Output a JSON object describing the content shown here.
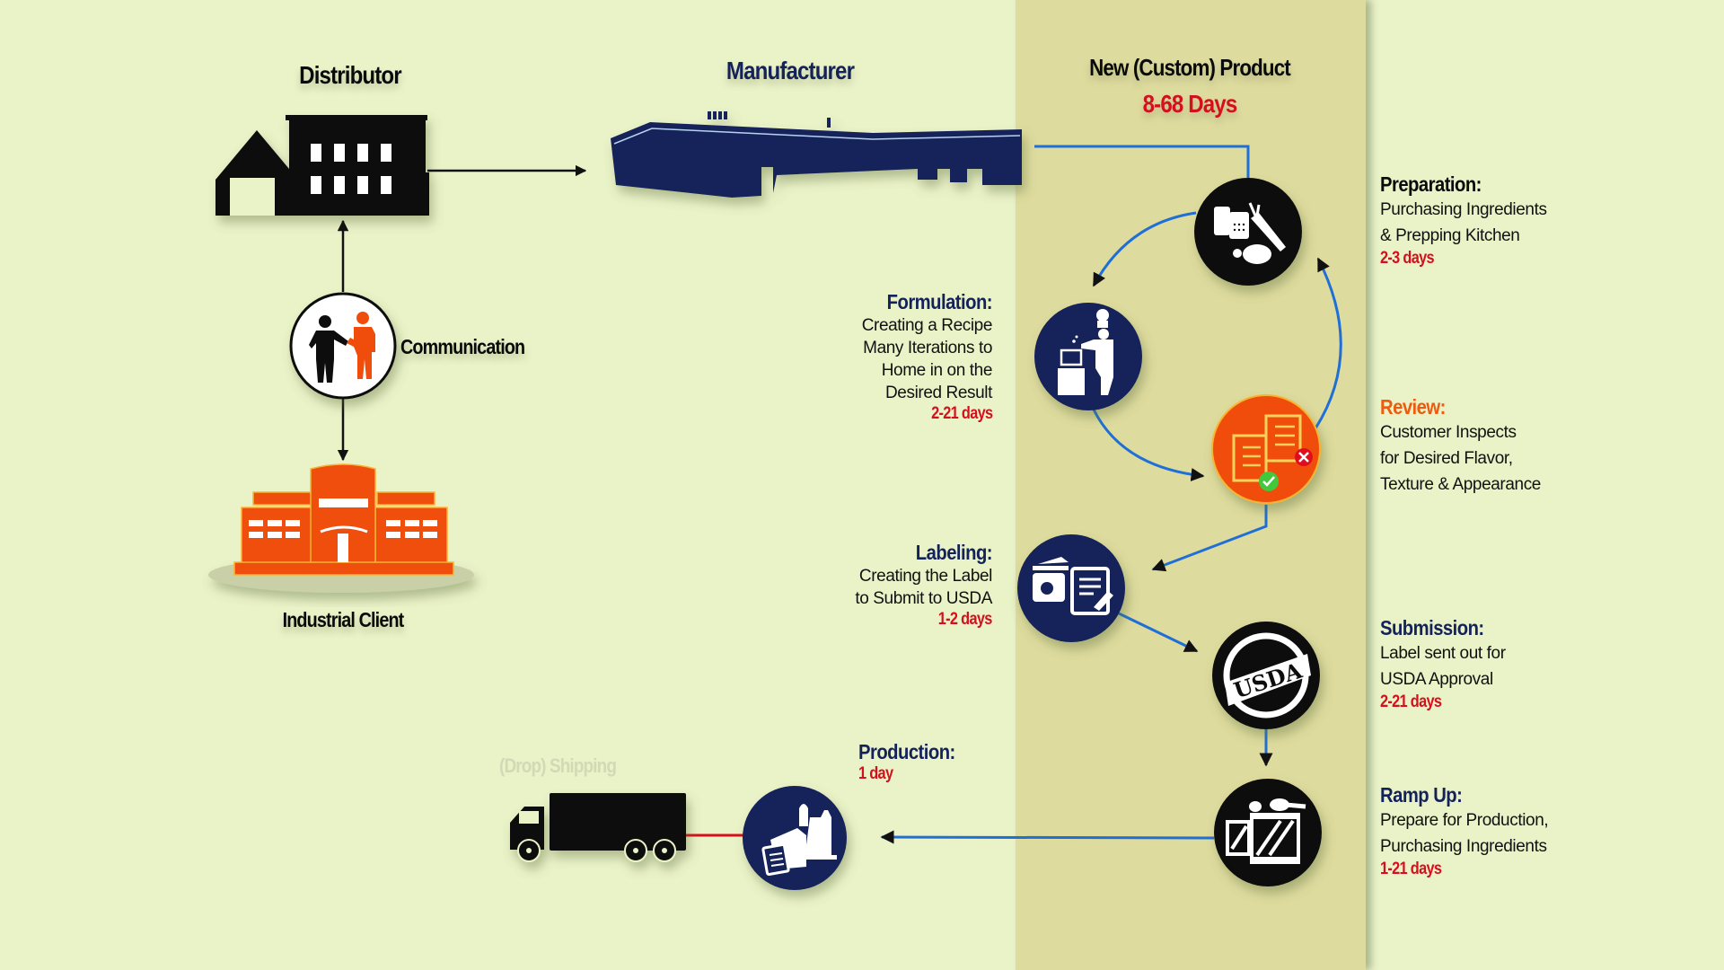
{
  "nodes": {
    "distributor": {
      "label": "Distributor"
    },
    "manufacturer": {
      "label": "Manufacturer"
    },
    "communication": {
      "label": "Communication"
    },
    "industrial_client": {
      "label": "Industrial Client"
    },
    "shipping": {
      "label": "(Drop) Shipping"
    }
  },
  "process": {
    "title": "New (Custom) Product",
    "total_days": "8-68 Days"
  },
  "steps": {
    "preparation": {
      "title": "Preparation:",
      "lines": [
        "Purchasing Ingredients",
        "& Prepping Kitchen"
      ],
      "days": "2-3 days",
      "icon": "ingredients-icon"
    },
    "formulation": {
      "title": "Formulation:",
      "lines": [
        "Creating a Recipe",
        "Many Iterations to",
        "Home in on the",
        "Desired Result"
      ],
      "days": "2-21 days",
      "icon": "chef-cooking-icon"
    },
    "review": {
      "title": "Review:",
      "lines": [
        "Customer Inspects",
        "for Desired Flavor,",
        "Texture & Appearance"
      ],
      "days": "",
      "icon": "clipboard-review-icon"
    },
    "labeling": {
      "title": "Labeling:",
      "lines": [
        "Creating the Label",
        "to Submit to USDA"
      ],
      "days": "1-2 days",
      "icon": "scale-label-icon"
    },
    "submission": {
      "title": "Submission:",
      "lines": [
        "Label sent out for",
        "USDA Approval"
      ],
      "days": "2-21 days",
      "icon": "usda-stamp-icon",
      "stamp_text": "USDA"
    },
    "ramp_up": {
      "title": "Ramp Up:",
      "lines": [
        "Prepare for Production,",
        "Purchasing Ingredients"
      ],
      "days": "1-21 days",
      "icon": "crates-icon"
    },
    "production": {
      "title": "Production:",
      "days": "1 day",
      "icon": "production-icon"
    }
  },
  "colors": {
    "background": "#eaf2c8",
    "band": "#dedb9e",
    "navy": "#14225a",
    "orange": "#f04e0c",
    "red": "#d5101e",
    "flow_line": "#1f6fd6",
    "black": "#111111"
  }
}
